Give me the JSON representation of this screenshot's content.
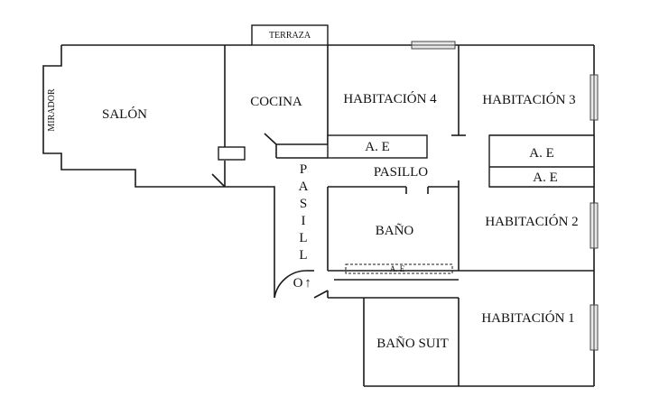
{
  "rooms": {
    "terraza": "TERRAZA",
    "mirador": "MIRADOR",
    "salon": "SALÓN",
    "cocina": "COCINA",
    "habitacion4": "HABITACIÓN 4",
    "habitacion3": "HABITACIÓN 3",
    "ae_hall": "A. E",
    "ae_right_top": "A. E",
    "ae_right_bottom": "A. E",
    "pasillo_h": "PASILLO",
    "bano": "BAÑO",
    "ae_bano": "A. E",
    "habitacion2": "HABITACIÓN 2",
    "habitacion1": "HABITACIÓN 1",
    "bano_suit": "BAÑO SUIT"
  },
  "pasillo_vertical": [
    "P",
    "A",
    "S",
    "I",
    "L",
    "L",
    "O"
  ],
  "entrance_arrow": "↑"
}
